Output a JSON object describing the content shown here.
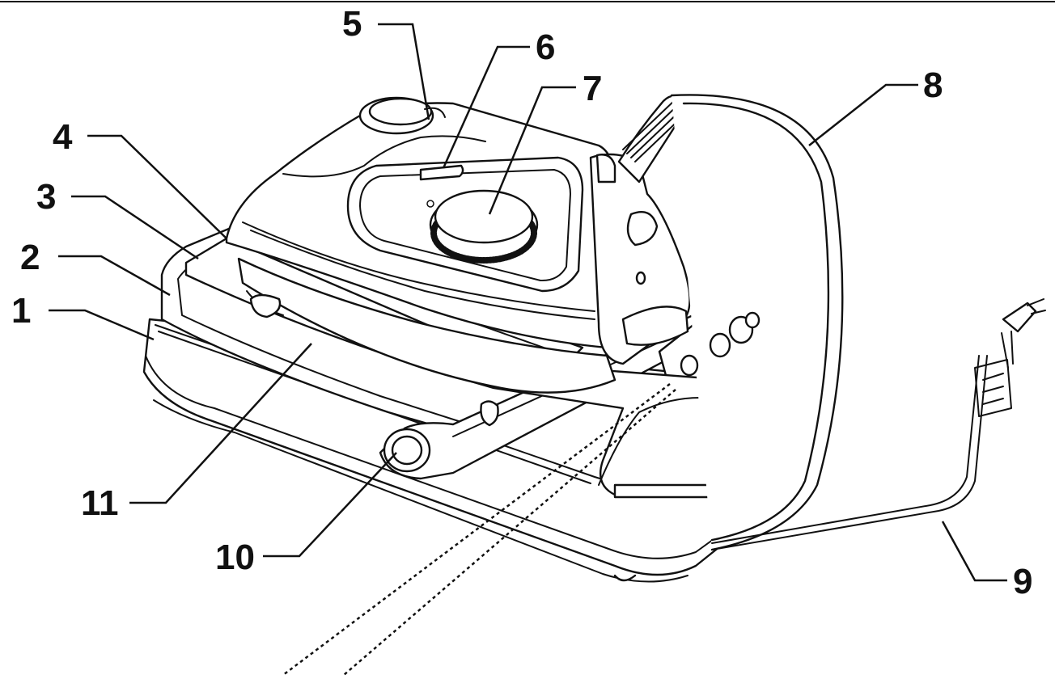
{
  "callouts": [
    {
      "id": "1",
      "text": "1"
    },
    {
      "id": "2",
      "text": "2"
    },
    {
      "id": "3",
      "text": "3"
    },
    {
      "id": "4",
      "text": "4"
    },
    {
      "id": "5",
      "text": "5"
    },
    {
      "id": "6",
      "text": "6"
    },
    {
      "id": "7",
      "text": "7"
    },
    {
      "id": "8",
      "text": "8"
    },
    {
      "id": "9",
      "text": "9"
    },
    {
      "id": "10",
      "text": "10"
    },
    {
      "id": "11",
      "text": "11"
    }
  ],
  "colors": {
    "ink": "#111111",
    "paper": "#ffffff"
  }
}
